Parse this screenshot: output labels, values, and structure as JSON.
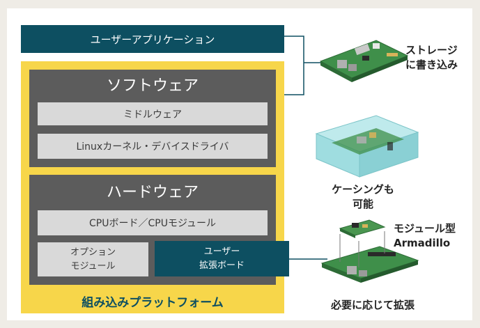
{
  "diagram": {
    "user_app": "ユーザーアプリケーション",
    "software": {
      "title": "ソフトウェア",
      "middleware": "ミドルウェア",
      "kernel": "Linuxカーネル・デバイスドライバ"
    },
    "hardware": {
      "title": "ハードウェア",
      "cpu_board": "CPUボード／CPUモジュール",
      "option_module": "オプション\nモジュール",
      "user_board": "ユーザー\n拡張ボード"
    },
    "platform_label": "組み込みプラットフォーム",
    "side": {
      "storage": "ストレージ\nに書き込み",
      "casing": "ケーシングも\n可能",
      "module": "モジュール型\nArmadillo",
      "expand": "必要に応じて拡張"
    }
  },
  "colors": {
    "teal": "#0d4f61",
    "yellow": "#f7d64a",
    "dark_grey": "#5c5c5c",
    "light_grey": "#d9d9d9",
    "pcb_green": "#3f8f4a",
    "case_cyan": "#9fdde0"
  },
  "icons": [
    "board-storage-icon",
    "board-in-case-icon",
    "module-board-icon"
  ]
}
